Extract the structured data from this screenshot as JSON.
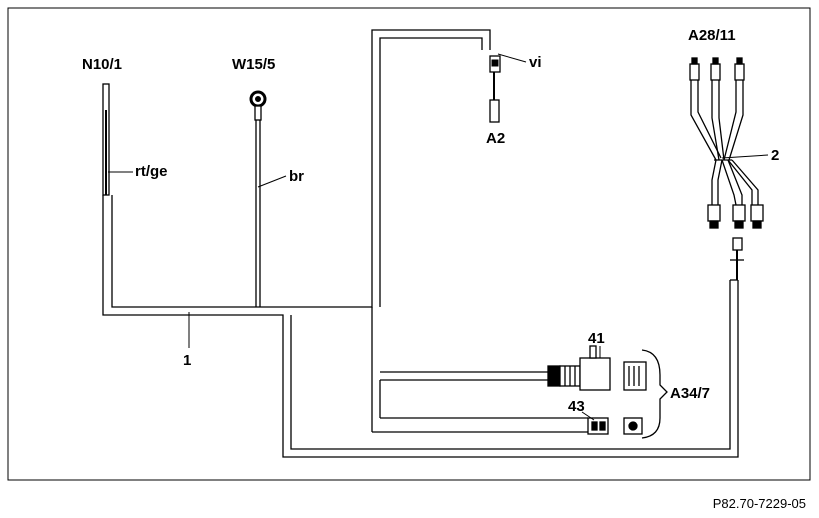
{
  "diagram": {
    "labels": {
      "n10_1": "N10/1",
      "w15_5": "W15/5",
      "rt_ge": "rt/ge",
      "br": "br",
      "vi": "vi",
      "a2": "A2",
      "a28_11": "A28/11",
      "harness_2": "2",
      "harness_1": "1",
      "connector_41": "41",
      "connector_43": "43",
      "a34_7": "A34/7"
    },
    "reference": "P82.70-7229-05"
  }
}
